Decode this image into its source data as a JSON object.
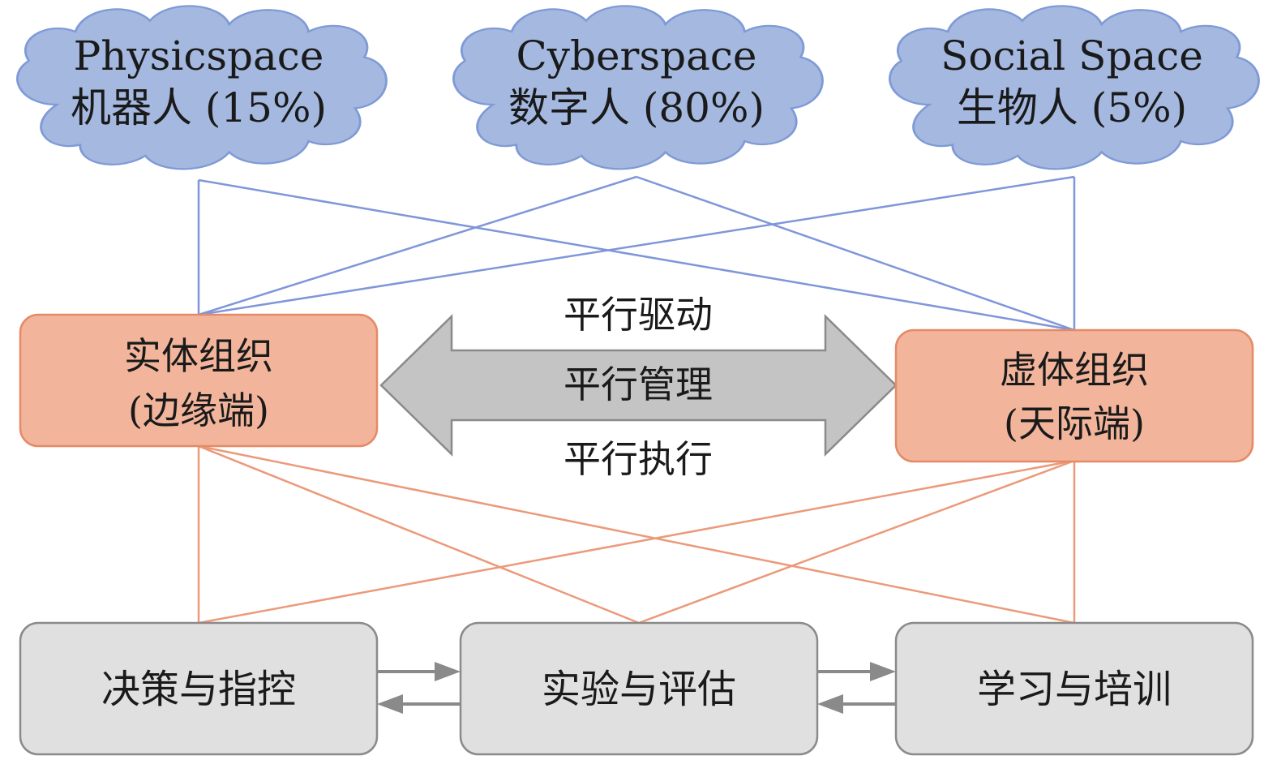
{
  "clouds": [
    {
      "line1": "Physicspace",
      "line2": "机器人 (15%)"
    },
    {
      "line1": "Cyberspace",
      "line2": "数字人 (80%)"
    },
    {
      "line1": "Social Space",
      "line2": "生物人 (5%)"
    }
  ],
  "orgs": {
    "left": {
      "line1": "实体组织",
      "line2": "(边缘端)"
    },
    "right": {
      "line1": "虚体组织",
      "line2": "(天际端)"
    }
  },
  "center_arrow": {
    "top": "平行驱动",
    "middle": "平行管理",
    "bottom": "平行执行"
  },
  "functions": [
    {
      "label": "决策与指控"
    },
    {
      "label": "实验与评估"
    },
    {
      "label": "学习与培训"
    }
  ],
  "colors": {
    "cloud_fill": "#a4b8e0",
    "cloud_stroke": "#7f9ad6",
    "org_fill": "#f2b59c",
    "org_stroke": "#e58a67",
    "blue_line": "#7f96d9",
    "orange_line": "#eb9a7a",
    "func_fill": "#e0e0e0",
    "func_stroke": "#8a8a8a",
    "arrow_fill": "#c4c4c4",
    "arrow_stroke": "#8a8a8a",
    "small_arrow": "#8a8a8a"
  }
}
